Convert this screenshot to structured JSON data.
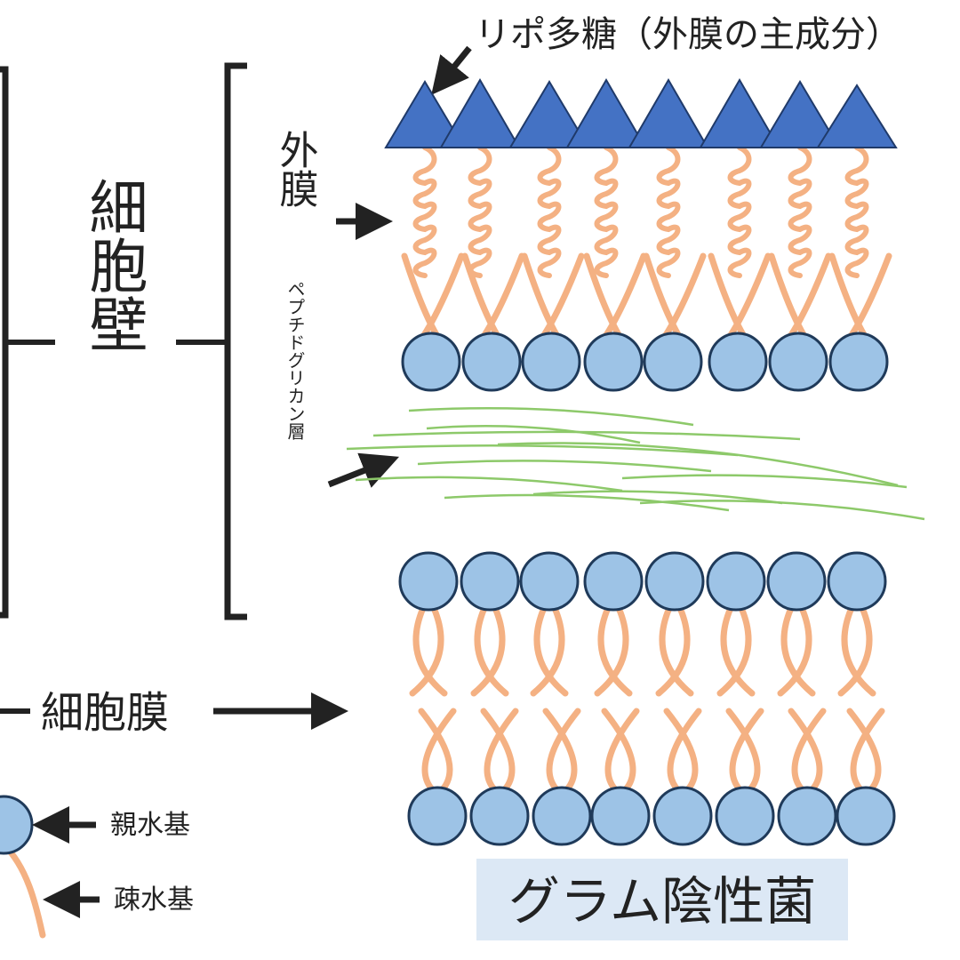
{
  "labels": {
    "lps": "リポ多糖（外膜の主成分）",
    "outer_membrane": "外膜",
    "cell_wall": "細胞壁",
    "peptidoglycan": "ペプチドグリカン層",
    "cell_membrane": "細胞膜",
    "hydrophilic": "親水基",
    "hydrophobic": "疎水基",
    "title": "グラム陰性菌"
  },
  "colors": {
    "lps_triangle": "#4472c4",
    "head": "#9dc3e6",
    "tail": "#f4b183",
    "peptidoglycan": "#8dc96a",
    "title_box": "#dce8f5",
    "ink": "#222222"
  }
}
